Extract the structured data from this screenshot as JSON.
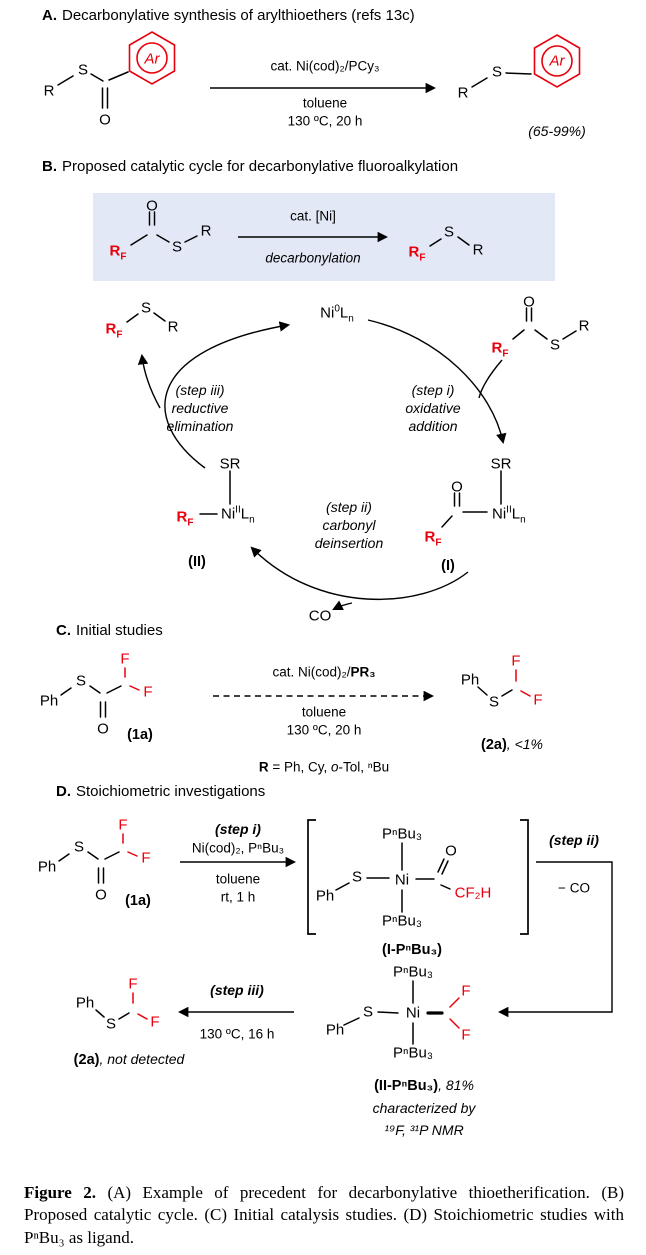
{
  "colors": {
    "accent_red": "#e8000d",
    "highlight_box_bg": "#e3e8f7",
    "text": "#000000"
  },
  "symbols": {
    "r": "R",
    "s": "S",
    "o": "O",
    "f": "F",
    "ar": "Ar",
    "ph": "Ph",
    "ni": "Ni",
    "l": "L",
    "n_sub": "n",
    "ni0_sup": "0",
    "ni2_sup": "II",
    "rf_main": "R",
    "rf_sub": "F",
    "sr": "SR",
    "co": "CO",
    "pnbu3": "PⁿBu₃",
    "cf2h": "CF₂H"
  },
  "section_a": {
    "letter": "A.",
    "title": "Decarbonylative synthesis of arylthioethers (refs 13c)",
    "cond_above": "cat. Ni(cod)₂/PCy₃",
    "cond_below_1": "toluene",
    "cond_below_2": "130 ºC, 20 h",
    "yield": "(65-99%)"
  },
  "section_b": {
    "letter": "B.",
    "title": "Proposed catalytic cycle for decarbonylative fluoroalkylation",
    "box_cond_above": "cat. [Ni]",
    "box_cond_below": "decarbonylation",
    "step_i_1": "(step i)",
    "step_i_2": "oxidative",
    "step_i_3": "addition",
    "step_ii_1": "(step ii)",
    "step_ii_2": "carbonyl",
    "step_ii_3": "deinsertion",
    "step_iii_1": "(step iii)",
    "step_iii_2": "reductive",
    "step_iii_3": "elimination",
    "complex_i_label": "(I)",
    "complex_ii_label": "(II)"
  },
  "section_c": {
    "letter": "C.",
    "title": "Initial studies",
    "reactant_label": "(1a)",
    "cond_above_normal": "cat. Ni(cod)₂/",
    "cond_above_bold": "PR₃",
    "cond_below_1": "toluene",
    "cond_below_2": "130 ºC, 20 h",
    "product_label": "(2a)",
    "product_yield": ", <1%",
    "ligand_r": "R",
    "ligand_eq": " = Ph, Cy, ",
    "ligand_o": "o",
    "ligand_tail": "-Tol, ⁿBu"
  },
  "section_d": {
    "letter": "D.",
    "title": "Stoichiometric investigations",
    "reactant_label": "(1a)",
    "step_i_label": "(step i)",
    "step_i_cond": "Ni(cod)₂, PⁿBu₃",
    "step_i_below_1": "toluene",
    "step_i_below_2": "rt, 1 h",
    "complex_i_label": "(I-PⁿBu₃)",
    "step_ii_label": "(step ii)",
    "step_ii_below": "− CO",
    "complex_ii_label": "(II-PⁿBu₃)",
    "complex_ii_yield": ", 81%",
    "characterized_1": "characterized by",
    "characterized_2": "¹⁹F, ³¹P NMR",
    "step_iii_label": "(step iii)",
    "step_iii_below": "130 ºC, 16 h",
    "product_label": "(2a)",
    "product_note": ", not detected"
  },
  "caption": {
    "label": "Figure 2.",
    "text": " (A) Example of precedent for decarbonylative thioetherification. (B) Proposed catalytic cycle. (C) Initial catalysis studies. (D) Stoichiometric studies with PⁿBu₃ as ligand."
  }
}
